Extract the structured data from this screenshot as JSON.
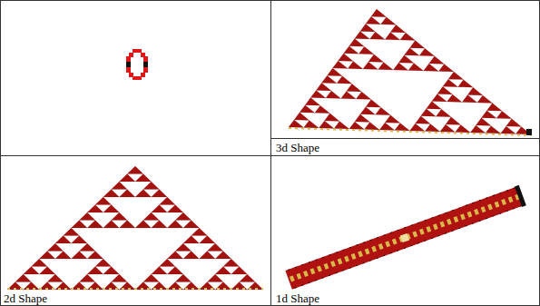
{
  "diagram": {
    "labels": [
      "3d Shape",
      "2d Shape",
      "1d Shape"
    ]
  }
}
